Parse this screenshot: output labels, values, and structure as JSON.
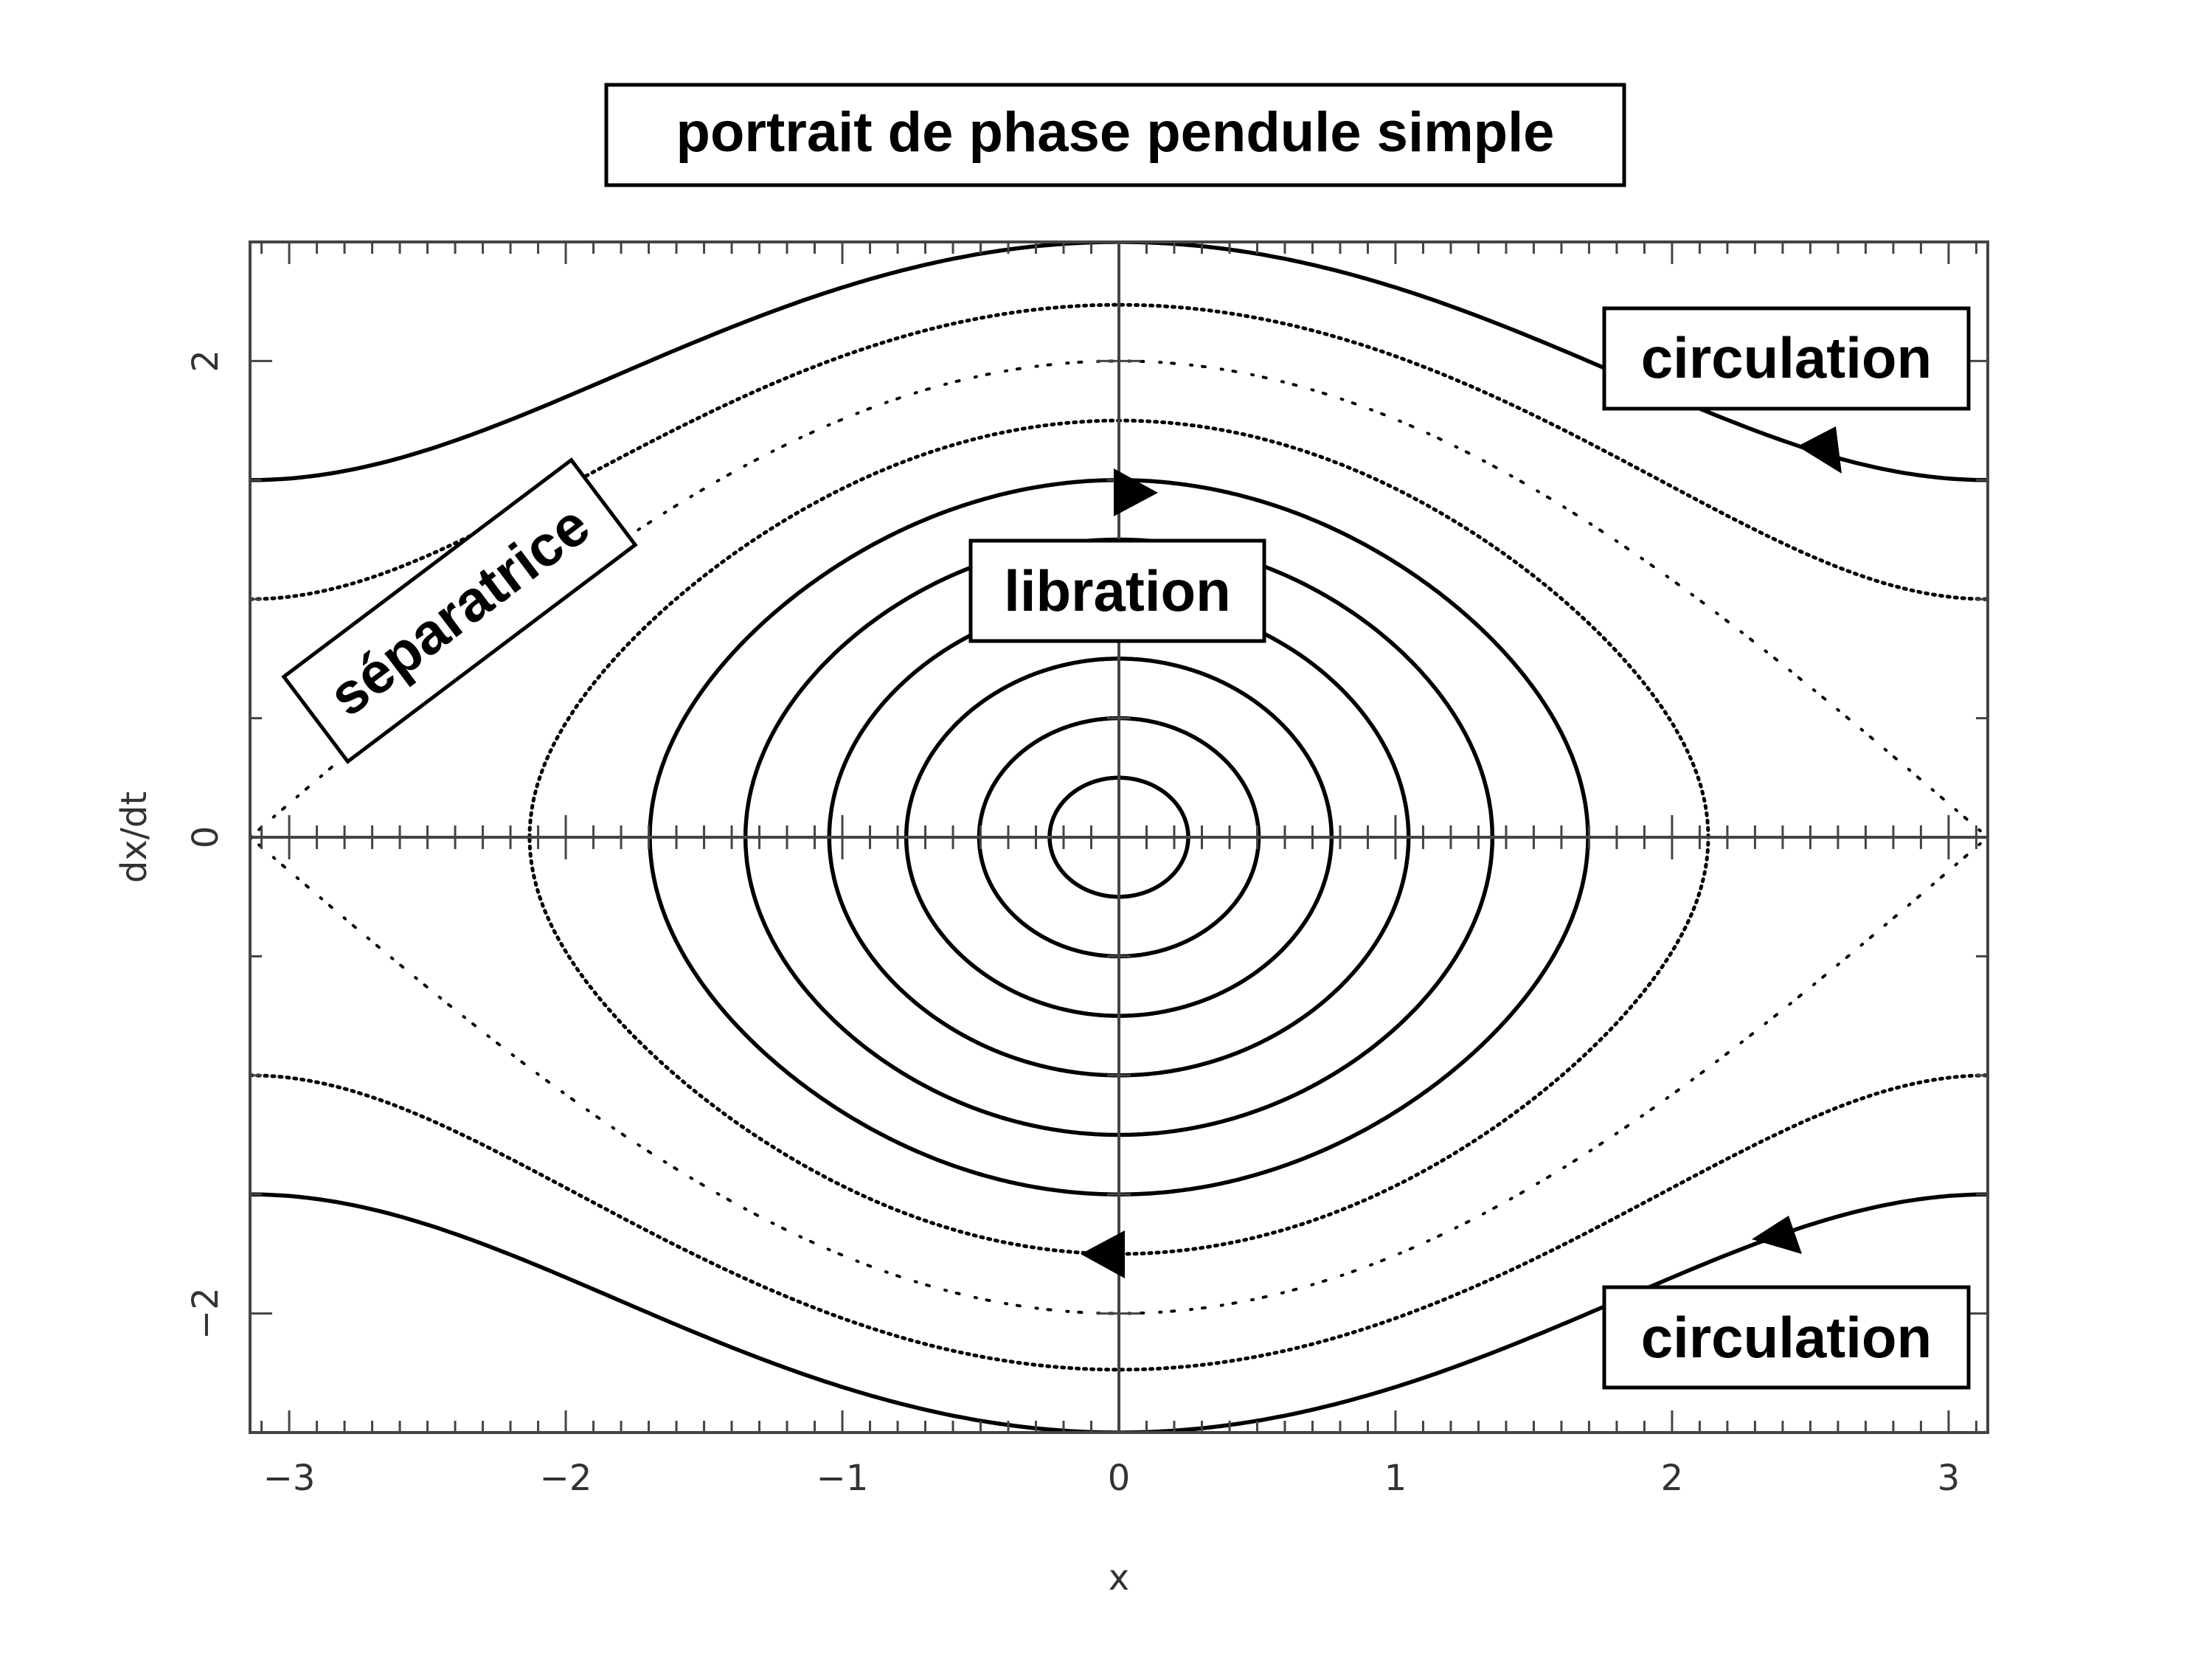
{
  "chart_data": {
    "type": "line",
    "title": "portrait de phase pendule simple",
    "xlabel": "x",
    "ylabel": "dx/dt",
    "xlim": [
      -3.1416,
      3.1416
    ],
    "ylim": [
      -2.5,
      2.5
    ],
    "x_ticks": [
      -3,
      -2,
      -1,
      0,
      1,
      2,
      3
    ],
    "x_tick_labels": [
      "−3",
      "−2",
      "−1",
      "0",
      "1",
      "2",
      "3"
    ],
    "y_ticks": [
      -2,
      0,
      2
    ],
    "y_tick_labels": [
      "−2",
      "0",
      "2"
    ],
    "grid": false,
    "series": [
      {
        "kind": "libration",
        "style": "solid",
        "amplitude_v": 0.25
      },
      {
        "kind": "libration",
        "style": "solid",
        "amplitude_v": 0.5
      },
      {
        "kind": "libration",
        "style": "solid",
        "amplitude_v": 0.75
      },
      {
        "kind": "libration",
        "style": "solid",
        "amplitude_v": 1.0
      },
      {
        "kind": "libration",
        "style": "solid",
        "amplitude_v": 1.25
      },
      {
        "kind": "libration",
        "style": "solid",
        "amplitude_v": 1.5
      },
      {
        "kind": "libration",
        "style": "dotted",
        "amplitude_v": 1.75
      },
      {
        "kind": "separatrix",
        "style": "sparse-dotted",
        "amplitude_v": 2.0
      },
      {
        "kind": "circulation",
        "style": "dotted",
        "v_at_pi": 1.0
      },
      {
        "kind": "circulation",
        "style": "solid",
        "v_at_pi": 1.5
      }
    ],
    "annotations": [
      {
        "text": "circulation",
        "near": "top-right"
      },
      {
        "text": "circulation",
        "near": "bottom-right"
      },
      {
        "text": "libration",
        "near": "center"
      },
      {
        "text": "séparatrice",
        "near": "left",
        "rotation_deg": -37
      }
    ]
  }
}
